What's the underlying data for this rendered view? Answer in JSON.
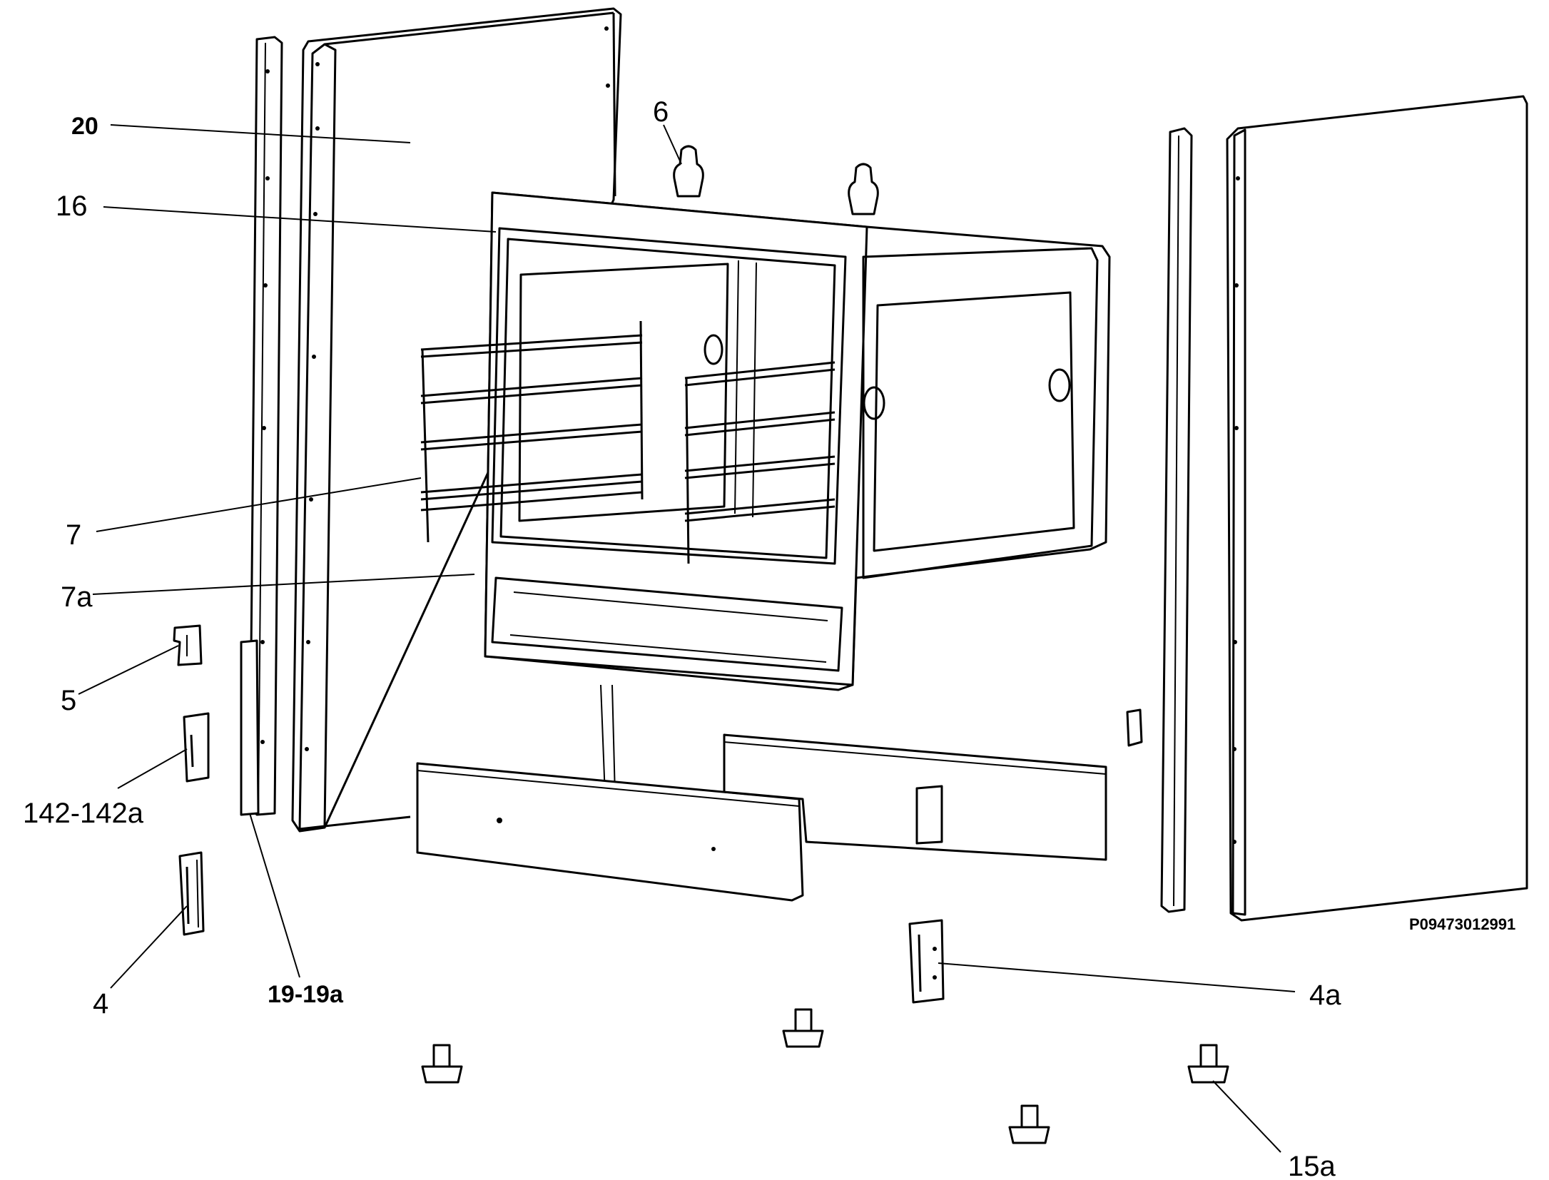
{
  "labels": {
    "l20": "20",
    "l16": "16",
    "l6": "6",
    "l7": "7",
    "l7a": "7a",
    "l5": "5",
    "l142": "142-142a",
    "l4": "4",
    "l19": "19-19a",
    "l4a": "4a",
    "l15a": "15a"
  },
  "reference_code": "P09473012991"
}
